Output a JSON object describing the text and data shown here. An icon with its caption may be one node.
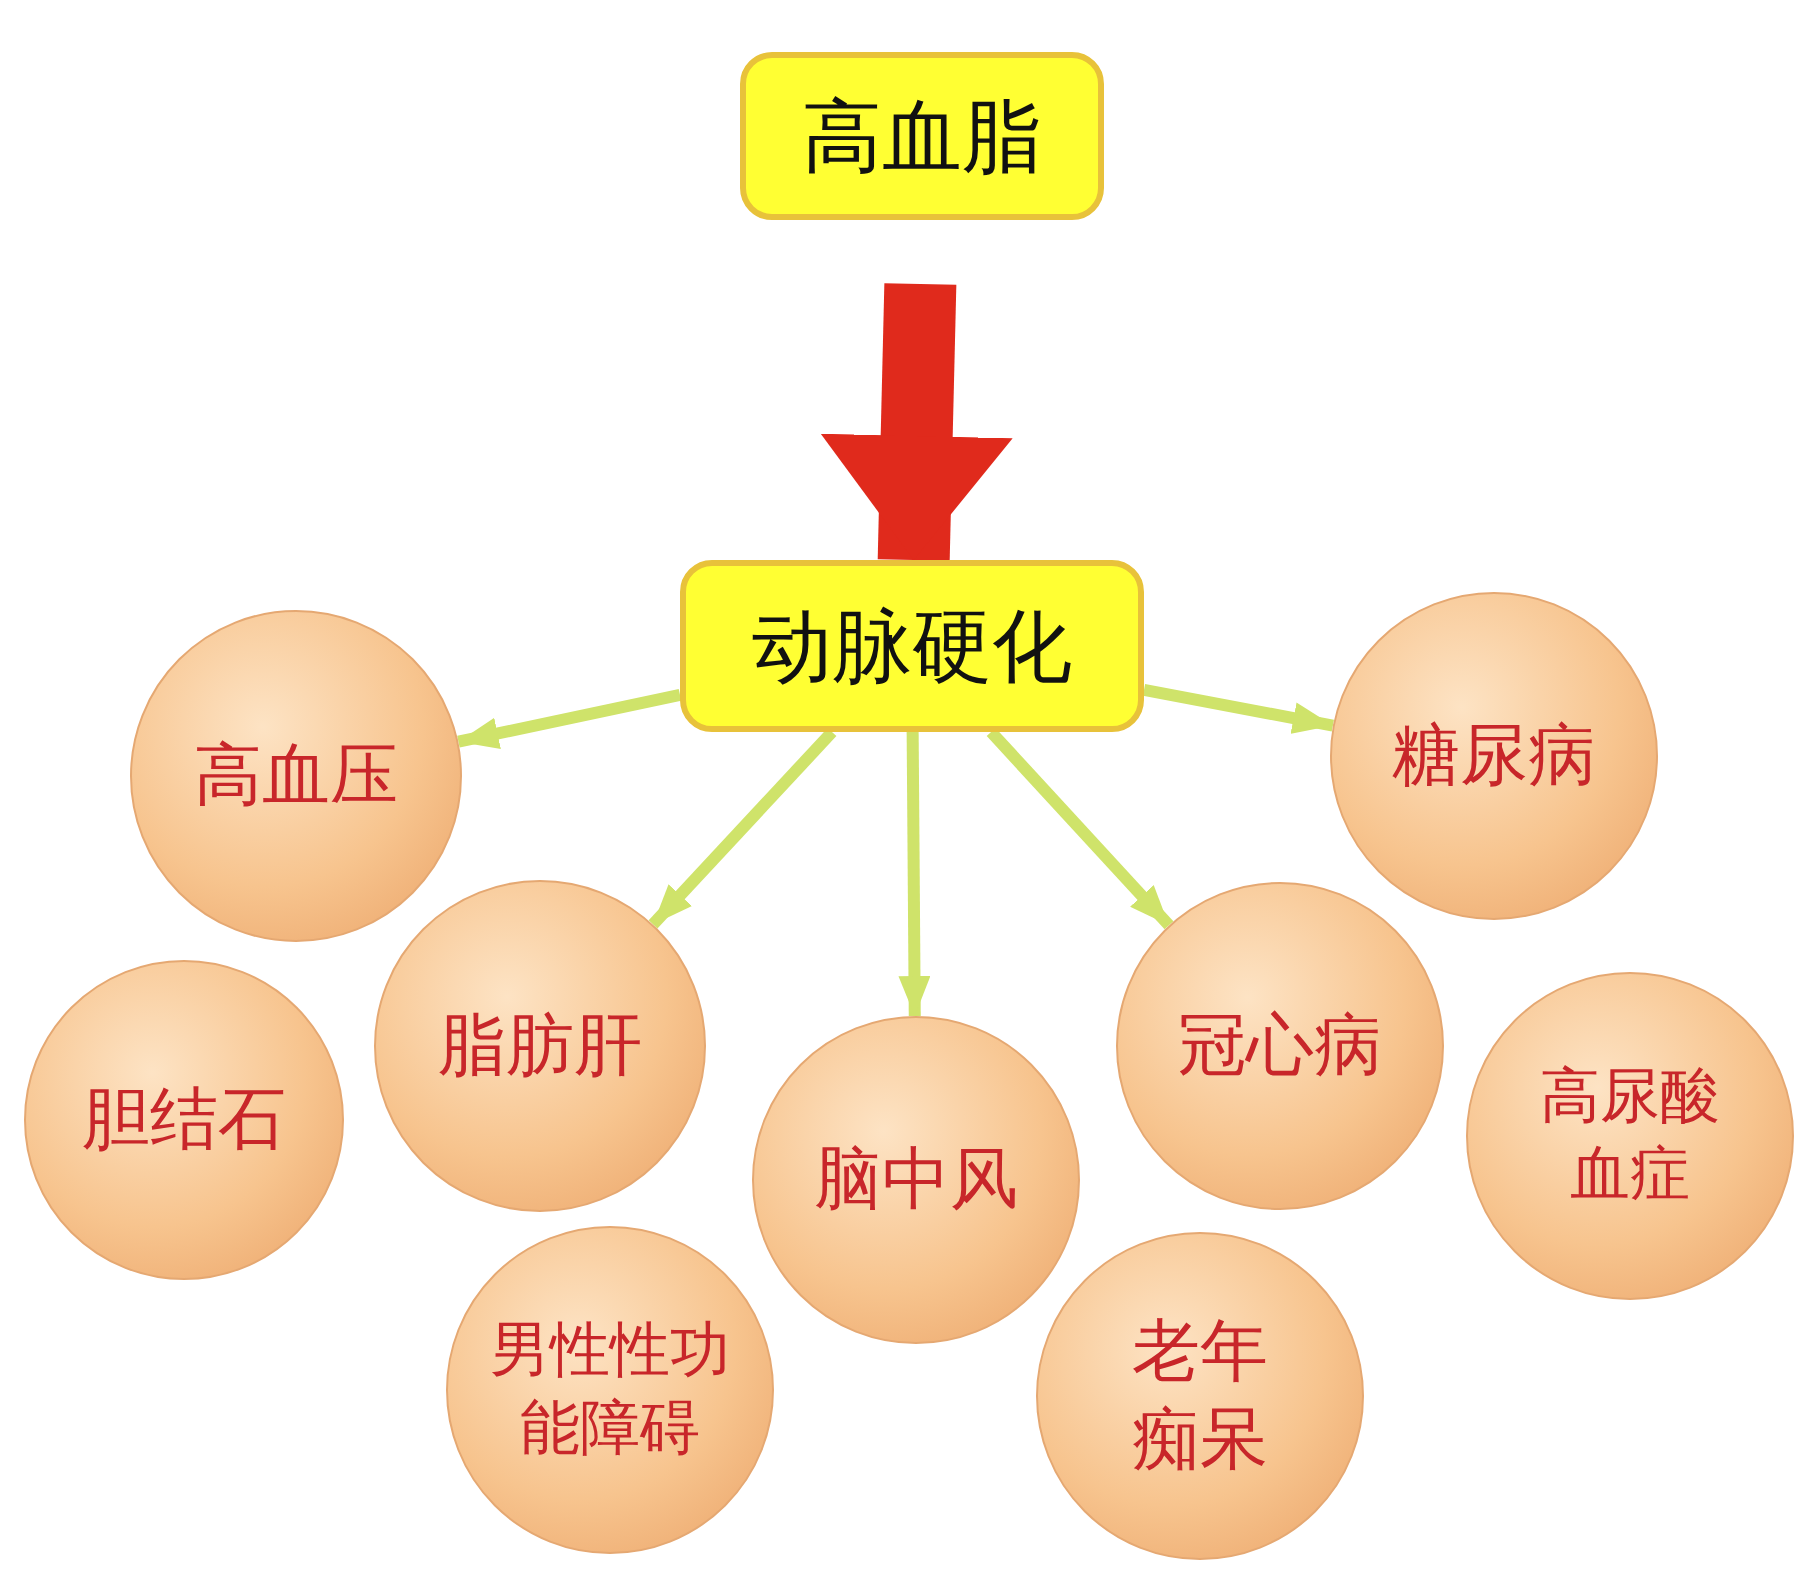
{
  "diagram": {
    "nodes": [
      {
        "text": [
          "高血脂"
        ]
      },
      {
        "text": [
          "动脉硬化"
        ]
      },
      {
        "text": [
          "高血压"
        ]
      },
      {
        "text": [
          "糖尿病"
        ]
      },
      {
        "text": [
          "胆结石"
        ]
      },
      {
        "text": [
          "脂肪肝"
        ]
      },
      {
        "text": [
          "冠心病"
        ]
      },
      {
        "text": [
          "高尿酸血症"
        ]
      },
      {
        "text": [
          "脑中风"
        ]
      },
      {
        "text": [
          "男性性功能障碍"
        ]
      },
      {
        "text": [
          "老年痴呆"
        ]
      }
    ],
    "edges": [
      {
        "from": 0,
        "to": 1,
        "arrow": "to",
        "style": "thick",
        "color": "#e02a1c"
      },
      {
        "from": 1,
        "to": 2,
        "arrow": "to"
      },
      {
        "from": 1,
        "to": 5,
        "arrow": "to"
      },
      {
        "from": 1,
        "to": 8,
        "arrow": "to"
      },
      {
        "from": 1,
        "to": 6,
        "arrow": "to"
      },
      {
        "from": 1,
        "to": 3,
        "arrow": "to"
      }
    ]
  }
}
